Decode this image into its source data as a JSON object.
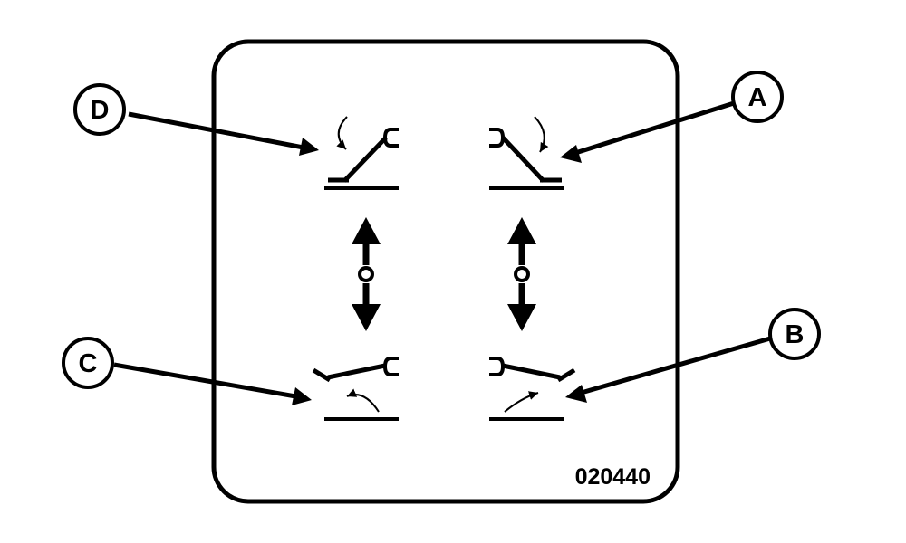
{
  "callouts": {
    "a": "A",
    "b": "B",
    "c": "C",
    "d": "D"
  },
  "figure_code": "020440",
  "colors": {
    "ink": "#000000",
    "background": "#ffffff"
  }
}
